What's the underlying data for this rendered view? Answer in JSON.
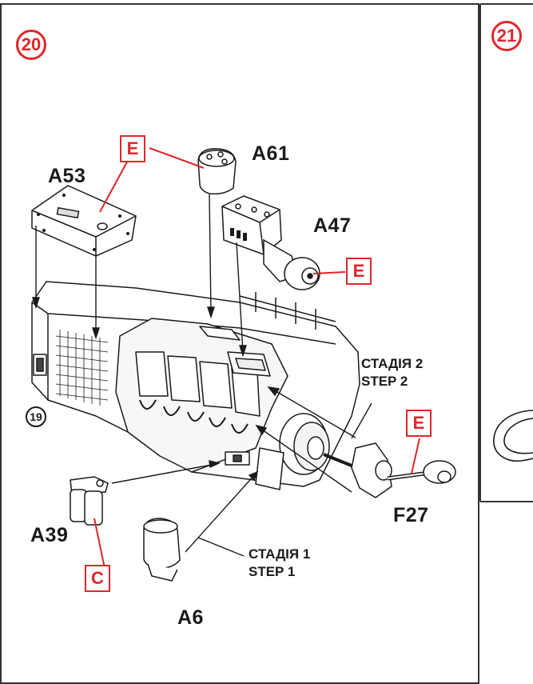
{
  "steps": {
    "left": "20",
    "right": "21"
  },
  "sub_step_ref": "19",
  "parts": {
    "a53": "A53",
    "a61": "A61",
    "a47": "A47",
    "a39": "A39",
    "a6": "A6",
    "f27": "F27"
  },
  "paint_codes": {
    "e1": "E",
    "e2": "E",
    "e3": "E",
    "c1": "C"
  },
  "stages": {
    "stage2_ua": "СТАДІЯ 2",
    "stage2_en": "STEP 2",
    "stage1_ua": "СТАДІЯ 1",
    "stage1_en": "STEP 1"
  },
  "colors": {
    "accent_red": "#e0262b",
    "ink": "#1a1a1a",
    "frame": "#333333"
  }
}
